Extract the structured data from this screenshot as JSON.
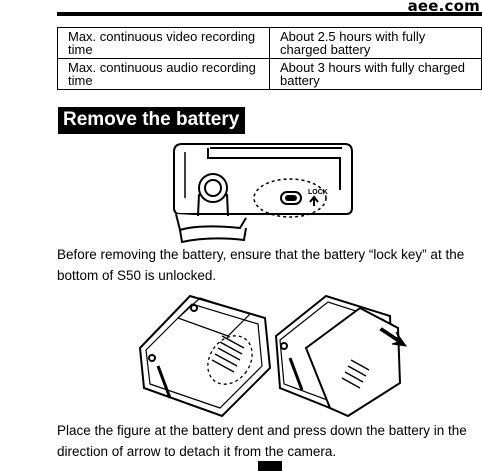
{
  "header": {
    "brand": "aee.com"
  },
  "spec_table": {
    "rows": [
      {
        "label": "Max. continuous video recording time",
        "value": "About 2.5 hours with fully charged battery"
      },
      {
        "label": "Max. continuous audio recording time",
        "value": "About 3 hours with fully charged battery"
      }
    ]
  },
  "section": {
    "title": "Remove the battery",
    "figure1_label": "LOCK",
    "paragraph1": "Before removing the battery, ensure that the battery “lock key” at the bottom of S50 is unlocked.",
    "paragraph2": "Place the figure at the battery dent and press down the battery in the direction of arrow to detach it from the camera."
  }
}
